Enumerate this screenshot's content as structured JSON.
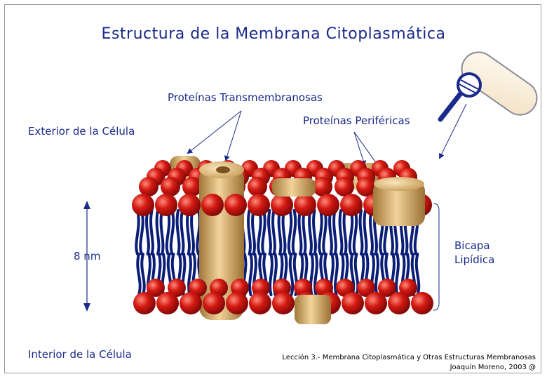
{
  "title": "Estructura de la Membrana Citoplasmática",
  "labels": {
    "transmembrane": "Proteínas Transmembranosas",
    "peripheral": "Proteínas Periféricas",
    "exterior": "Exterior de la Célula",
    "interior": "Interior de la Célula",
    "thickness": "8 nm",
    "bilayer_line1": "Bicapa",
    "bilayer_line2": "Lipídica"
  },
  "credit": {
    "line1": "Lección 3.- Membrana Citoplasmática y Otras Estructuras Membranosas",
    "line2": "Joaquín Moreno, 2003 @"
  },
  "colors": {
    "text": "#1a2a8a",
    "lipid_head": "#c81414",
    "lipid_tail": "#0a1e78",
    "protein": "#d8b070",
    "arrow": "#1a2a8a"
  }
}
